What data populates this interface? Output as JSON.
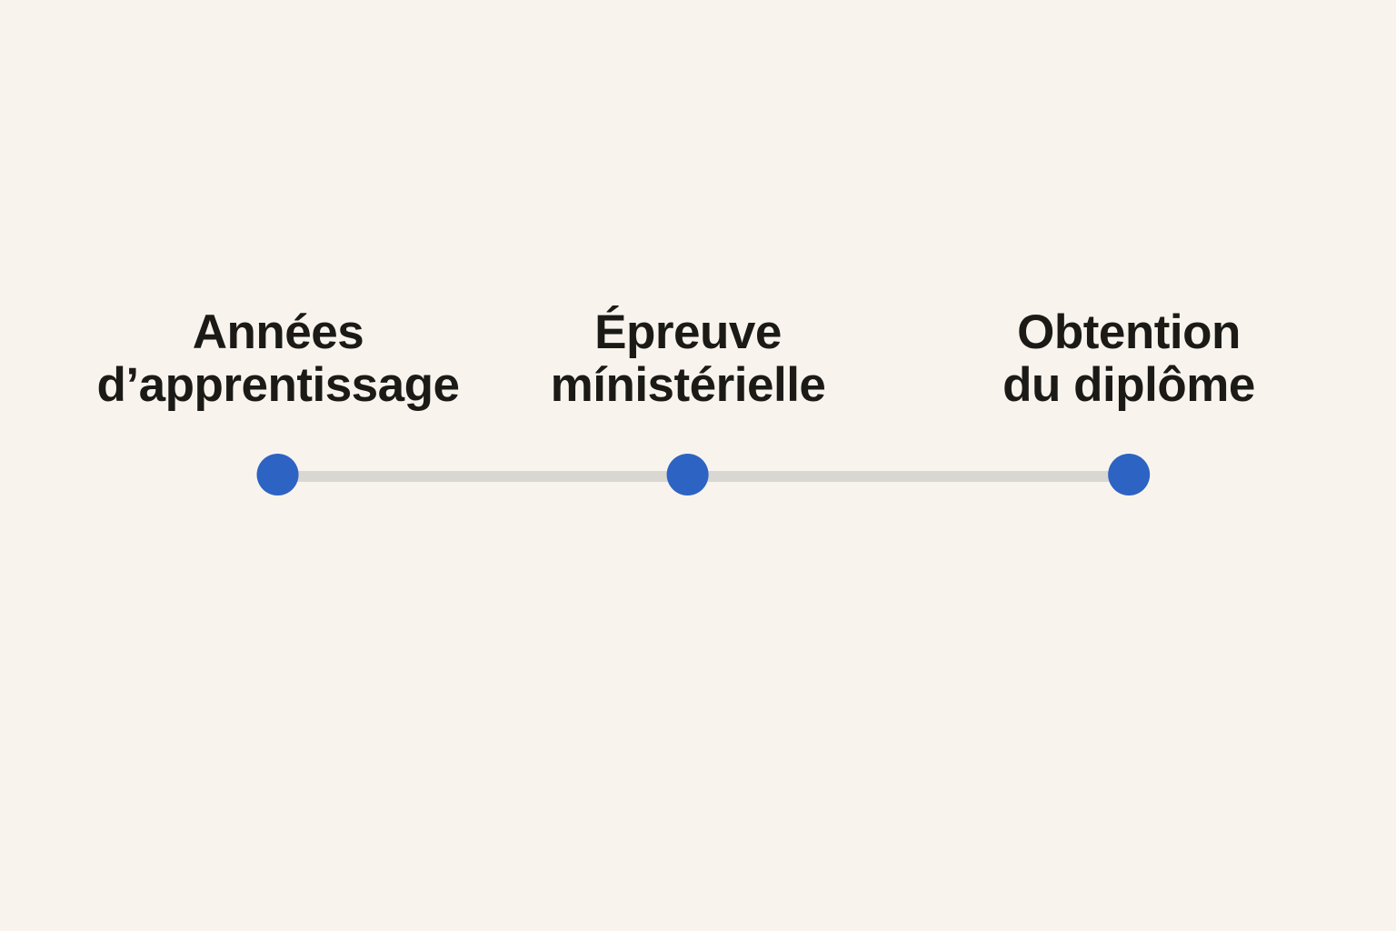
{
  "timeline": {
    "milestones": [
      {
        "line1": "Années",
        "line2": "d’apprentissage"
      },
      {
        "line1": "Épreuve",
        "line2": "mínistérielle"
      },
      {
        "line1": "Obtention",
        "line2": "du diplôme"
      }
    ],
    "colors": {
      "background": "#f8f4ed",
      "text": "#1b1a17",
      "dot": "#2d63c3",
      "line": "#d8d7d2"
    }
  }
}
